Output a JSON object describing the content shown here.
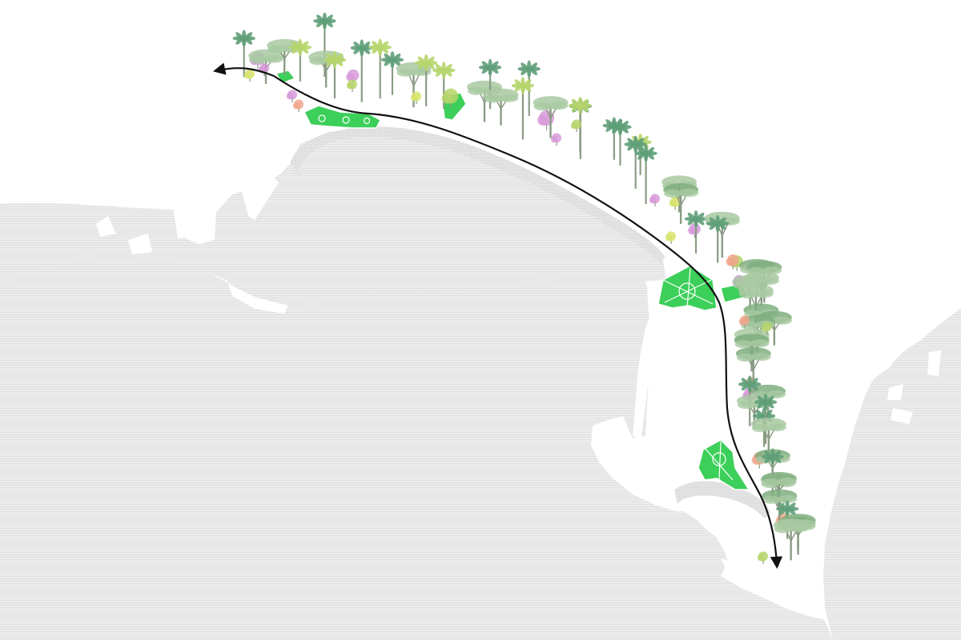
{
  "map": {
    "colors": {
      "sea": "#ececec",
      "sea_line": "#dddddd",
      "land": "#ffffff",
      "beach": "#d9d9d9",
      "garden": "#3ccf5a",
      "route": "#111111",
      "canopy_dark": "#7fae7f",
      "canopy_light": "#a9c9a2",
      "palm": "#5f9f78",
      "trunk": "#8a9c84",
      "accent_yellow": "#d7e36a",
      "accent_pink": "#d79ad8",
      "accent_salmon": "#f0a58c",
      "accent_olive": "#b6d56b"
    },
    "layers": {
      "sea": "sea-area",
      "land": "coastal-land",
      "beach": "sand-beach",
      "gardens": "formal-gardens",
      "vegetation": "tree-planting",
      "route": "walking-route"
    }
  }
}
